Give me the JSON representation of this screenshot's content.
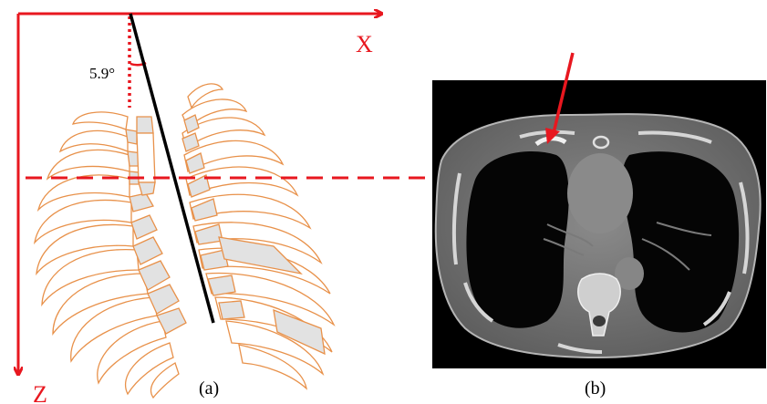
{
  "axes": {
    "x_label": "X",
    "z_label": "Z",
    "color": "#e8171f"
  },
  "angle": {
    "label": "5.9°"
  },
  "panels": {
    "a_caption": "(a)",
    "b_caption": "(b)"
  },
  "colors": {
    "rib_outline": "#e8914a",
    "cartilage_fill": "#e2e2e2",
    "annotation_red": "#e8171f",
    "line_black": "#000000",
    "ct_background": "#000000",
    "ct_tissue": "#7d7d7d",
    "ct_bone": "#d6d6d6"
  },
  "icons": {
    "ribcage": "ribcage-illustration",
    "ct_slice": "ct-scan-image",
    "arrow": "red-arrow-icon"
  }
}
